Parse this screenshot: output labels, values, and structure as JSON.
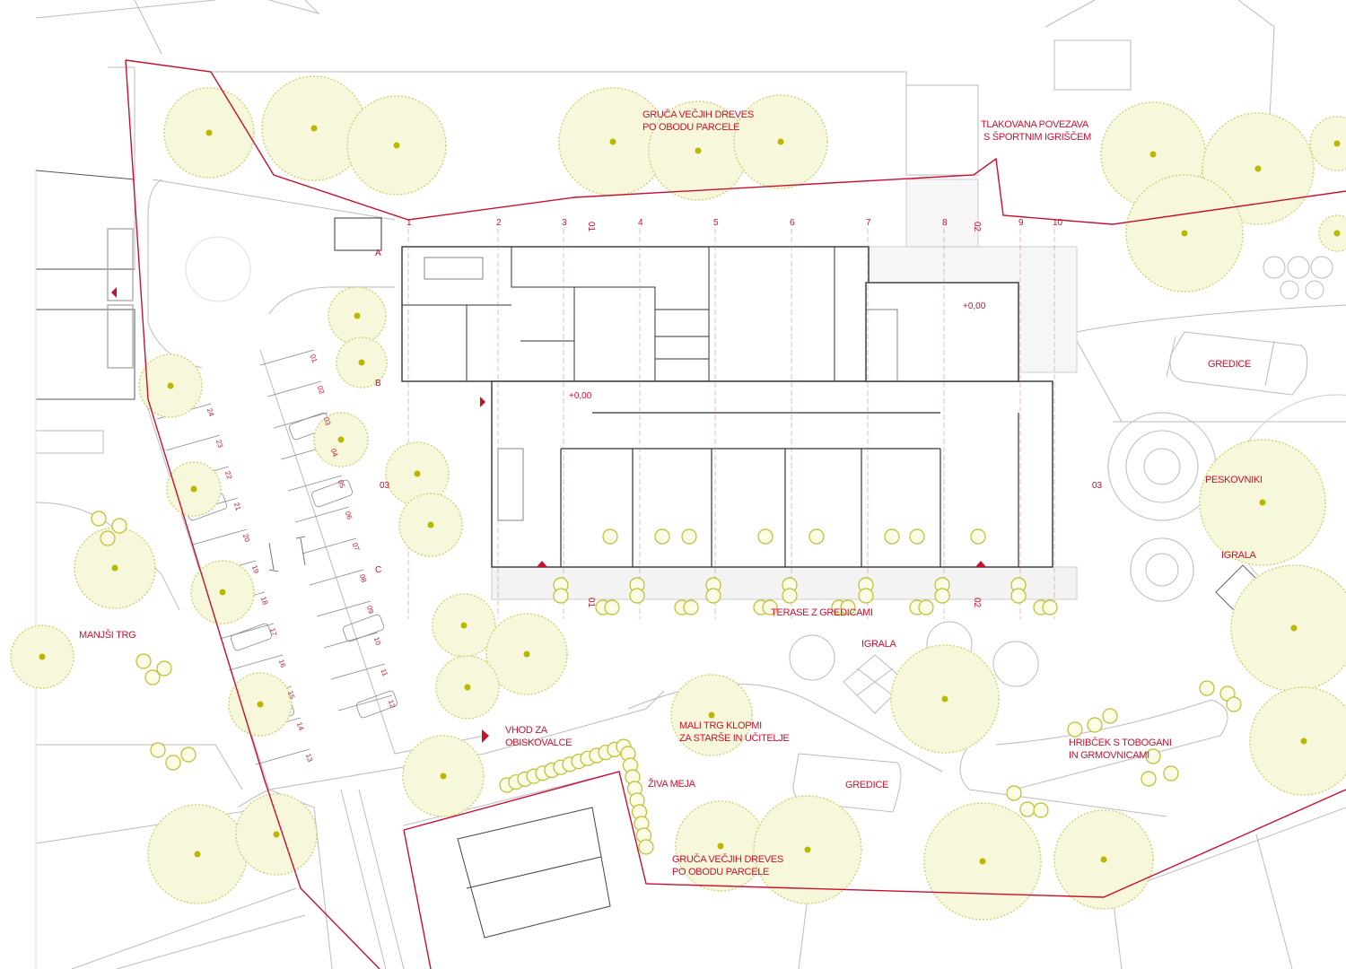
{
  "labels": {
    "trees_top_1": "GRUČA VEČJIH DREVES",
    "trees_top_2": "PO OBODU PARCELE",
    "paved_link_1": "TLAKOVANA POVEZAVA",
    "paved_link_2": "S ŠPORTNIM IGRIŠČEM",
    "beds_east": "GREDICE",
    "sandpits": "PESKOVNIKI",
    "playground_east": "IGRALA",
    "terraces": "TERASE Z GREDICAMI",
    "playground_mid": "IGRALA",
    "small_square": "MANJŠI TRG",
    "visitor_entry_1": "VHOD ZA",
    "visitor_entry_2": "OBISKOVALCE",
    "bench_square_1": "MALI TRG KLOPMI",
    "bench_square_2": "ZA STARŠE IN UČITELJE",
    "hedge": "ŽIVA MEJA",
    "beds_south": "GREDICE",
    "hill_1": "HRIBČEK S TOBOGANI",
    "hill_2": "IN GRMOVNICAMI",
    "trees_bottom_1": "GRUČA VEČJIH DREVES",
    "trees_bottom_2": "PO OBODU PARCELE"
  },
  "grid_axes": [
    "1",
    "2",
    "3",
    "4",
    "5",
    "6",
    "7",
    "8",
    "9",
    "10"
  ],
  "sections": {
    "s01": "01",
    "s02": "02",
    "s03": "03",
    "a": "A",
    "b": "B",
    "c": "C"
  },
  "elevations": {
    "entrance": "+0,00",
    "hall": "+0,00"
  },
  "parking_numbers": [
    "01",
    "02",
    "03",
    "04",
    "05",
    "06",
    "07",
    "08",
    "09",
    "10",
    "11",
    "12",
    "13",
    "14",
    "15",
    "16",
    "17",
    "18",
    "19",
    "20",
    "21",
    "22",
    "23",
    "24"
  ],
  "colors": {
    "parcel": "#c8102e",
    "tree": "#c9c93a",
    "line": "#9a9a9a",
    "wall": "#333333"
  }
}
